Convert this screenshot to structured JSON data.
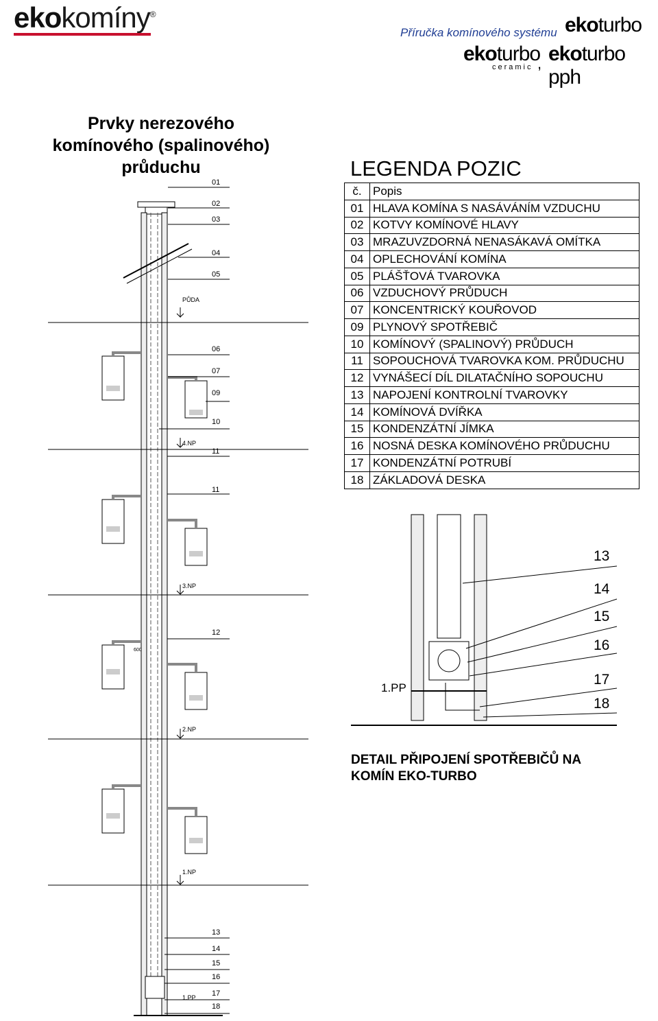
{
  "header": {
    "logo_eko": "eko",
    "logo_rest": "komíny",
    "logo_reg": "®",
    "note": "Příručka komínového systému",
    "brand1_eko": "eko",
    "brand1_rest": "turbo",
    "brand2_eko": "eko",
    "brand2_rest": "turbo",
    "brand2_sub": "ceramic",
    "separator": ",",
    "brand3_eko": "eko",
    "brand3_rest": "turbo pph"
  },
  "title_lines": [
    "Prvky nerezového",
    "komínového (spalinového)",
    "průduchu"
  ],
  "legend": {
    "title": "LEGENDA POZIC",
    "head_num": "č.",
    "head_desc": "Popis",
    "rows": [
      {
        "num": "01",
        "desc": "HLAVA KOMÍNA S NASÁVÁNÍM VZDUCHU"
      },
      {
        "num": "02",
        "desc": "KOTVY KOMÍNOVÉ HLAVY"
      },
      {
        "num": "03",
        "desc": "MRAZUVZDORNÁ NENASÁKAVÁ OMÍTKA"
      },
      {
        "num": "04",
        "desc": "OPLECHOVÁNÍ KOMÍNA"
      },
      {
        "num": "05",
        "desc": "PLÁŠŤOVÁ TVAROVKA"
      },
      {
        "num": "06",
        "desc": "VZDUCHOVÝ PRŮDUCH"
      },
      {
        "num": "07",
        "desc": "KONCENTRICKÝ KOUŘOVOD"
      },
      {
        "num": "09",
        "desc": "PLYNOVÝ SPOTŘEBIČ"
      },
      {
        "num": "10",
        "desc": "KOMÍNOVÝ (SPALINOVÝ) PRŮDUCH"
      },
      {
        "num": "11",
        "desc": "SOPOUCHOVÁ TVAROVKA KOM. PRŮDUCHU"
      },
      {
        "num": "12",
        "desc": "VYNÁŠECÍ DÍL DILATAČNÍHO SOPOUCHU"
      },
      {
        "num": "13",
        "desc": "NAPOJENÍ KONTROLNÍ TVAROVKY"
      },
      {
        "num": "14",
        "desc": "KOMÍNOVÁ DVÍŘKA"
      },
      {
        "num": "15",
        "desc": "KONDENZÁTNÍ JÍMKA"
      },
      {
        "num": "16",
        "desc": "NOSNÁ DESKA KOMÍNOVÉHO PRŮDUCHU"
      },
      {
        "num": "17",
        "desc": "KONDENZÁTNÍ POTRUBÍ"
      },
      {
        "num": "18",
        "desc": "ZÁKLADOVÁ DESKA"
      }
    ]
  },
  "drawing": {
    "callouts_top": [
      "01",
      "02",
      "03",
      "04",
      "05",
      "06",
      "07",
      "09",
      "10",
      "11",
      "11",
      "12"
    ],
    "callouts_bottom": [
      "13",
      "14",
      "15",
      "16",
      "17",
      "18"
    ],
    "level_attic": "PŮDA",
    "level_4": "4.NP",
    "level_3": "3.NP",
    "level_2": "2.NP",
    "level_1": "1.NP",
    "level_pp": "1.PP",
    "dim_600": "600"
  },
  "detail": {
    "labels": [
      "13",
      "14",
      "15",
      "16",
      "17",
      "18"
    ],
    "level_pp": "1.PP",
    "title_line1": "DETAIL PŘIPOJENÍ SPOTŘEBIČŮ NA",
    "title_line2": "KOMÍN EKO-TURBO"
  },
  "colors": {
    "brand_red": "#c8102e",
    "note_blue": "#1f3d93"
  }
}
